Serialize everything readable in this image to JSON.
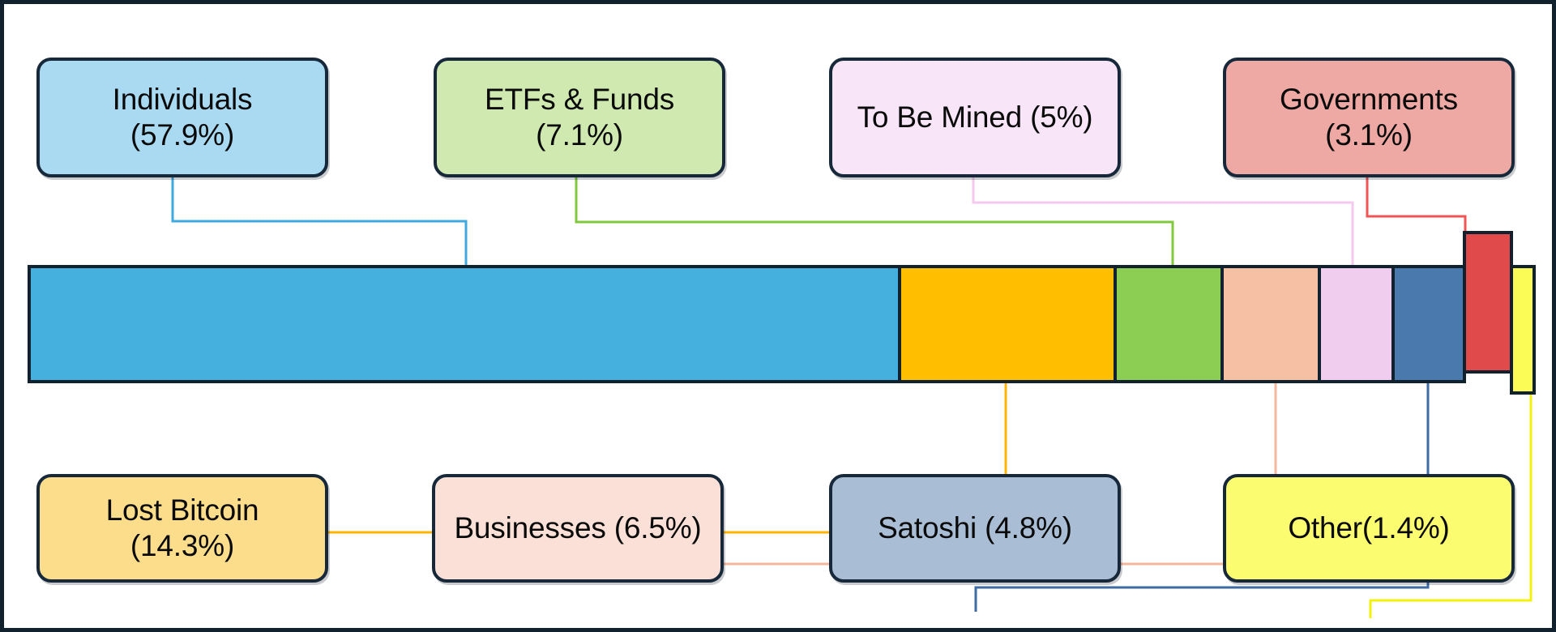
{
  "chart_data": {
    "type": "bar",
    "subtype": "stacked-horizontal-100pct",
    "title": "",
    "xlabel": "",
    "ylabel": "",
    "grid": false,
    "legend_position": "callout-boxes",
    "xlim": [
      0,
      100
    ],
    "categories": [
      "Individuals",
      "Lost Bitcoin",
      "ETFs & Funds",
      "Businesses",
      "To Be Mined",
      "Satoshi",
      "Governments",
      "Other"
    ],
    "values": [
      57.9,
      14.3,
      7.1,
      6.5,
      5.0,
      4.8,
      3.1,
      1.4
    ],
    "colors": [
      "#45b0dd",
      "#ffbe00",
      "#8cce54",
      "#f5c0a3",
      "#f0cdef",
      "#4a79ad",
      "#e04a4a",
      "#fcfc56"
    ]
  },
  "segments": [
    {
      "name": "Individuals",
      "value": 57.9,
      "label": "57.9%",
      "color": "#45b0dd",
      "style": "flat"
    },
    {
      "name": "Lost Bitcoin",
      "value": 14.3,
      "label": "14.3%",
      "color": "#ffbe00",
      "style": "flat"
    },
    {
      "name": "ETFs & Funds",
      "value": 7.1,
      "label": "7.1%",
      "color": "#8cce54",
      "style": "flat"
    },
    {
      "name": "Businesses",
      "value": 6.5,
      "label": "6.5%",
      "color": "#f5c0a3",
      "style": "flat"
    },
    {
      "name": "To Be Mined",
      "value": 5.0,
      "label": "5%",
      "color": "#f0cdef",
      "style": "flat"
    },
    {
      "name": "Satoshi",
      "value": 4.8,
      "label": "4.8%",
      "color": "#4a79ad",
      "style": "flat"
    },
    {
      "name": "Governments",
      "value": 3.1,
      "label": "3.1%",
      "color": "#e04a4a",
      "style": "raised"
    },
    {
      "name": "Other",
      "value": 1.4,
      "label": "1.4%",
      "color": "#fcfc56",
      "style": "dropped"
    }
  ],
  "top_boxes": [
    {
      "name": "individuals",
      "text": "Individuals\n(57.9%)",
      "fill": "#a9daf1",
      "wire": "#3fa9e0"
    },
    {
      "name": "etfs-funds",
      "text": "ETFs & Funds\n(7.1%)",
      "fill": "#cfe9b0",
      "wire": "#80c83c"
    },
    {
      "name": "to-be-mined",
      "text": "To Be Mined (5%)",
      "fill": "#f8e5f8",
      "wire": "#f4c9ee"
    },
    {
      "name": "governments",
      "text": "Governments\n(3.1%)",
      "fill": "#efa9a4",
      "wire": "#f05454"
    }
  ],
  "bottom_boxes": [
    {
      "name": "lost-bitcoin",
      "text": "Lost Bitcoin\n(14.3%)",
      "fill": "#fbdd8c",
      "wire": "#ffb400"
    },
    {
      "name": "businesses",
      "text": "Businesses (6.5%)",
      "fill": "#fae0d6",
      "wire": "#f3b79c"
    },
    {
      "name": "satoshi",
      "text": "Satoshi (4.8%)",
      "fill": "#a9bed5",
      "wire": "#3e6ba3"
    },
    {
      "name": "other",
      "text": "Other(1.4%)",
      "fill": "#fcfc70",
      "wire": "#f2f20a"
    }
  ],
  "style": {
    "canvas_bg": "#ffffff",
    "border": "#11212e",
    "text": "#0a0a0a"
  }
}
